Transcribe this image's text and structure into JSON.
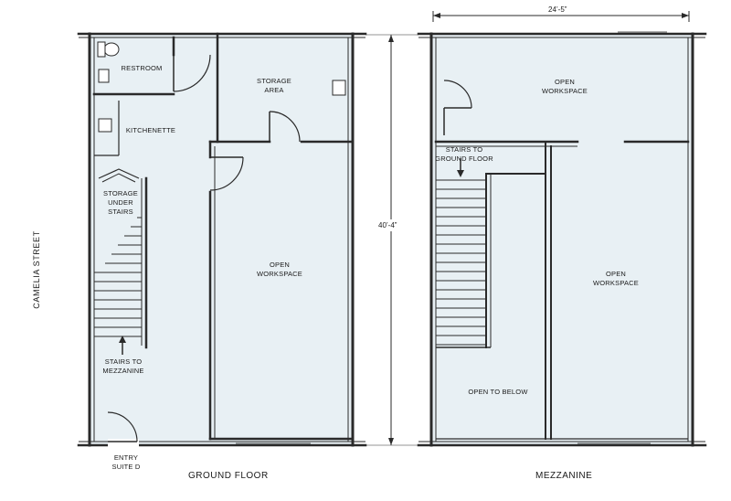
{
  "street": "CAMELIA STREET",
  "ground_floor": {
    "title": "GROUND FLOOR",
    "rooms": {
      "restroom": "RESTROOM",
      "kitchenette": "KITCHENETTE",
      "storage_area_1": "STORAGE",
      "storage_area_2": "AREA",
      "storage_under_1": "STORAGE",
      "storage_under_2": "UNDER",
      "storage_under_3": "STAIRS",
      "open_workspace_1": "OPEN",
      "open_workspace_2": "WORKSPACE",
      "stairs_1": "STAIRS TO",
      "stairs_2": "MEZZANINE",
      "entry_1": "ENTRY",
      "entry_2": "SUITE D"
    }
  },
  "mezzanine": {
    "title": "MEZZANINE",
    "rooms": {
      "open_top_1": "OPEN",
      "open_top_2": "WORKSPACE",
      "stairs_1": "STAIRS TO",
      "stairs_2": "GROUND FLOOR",
      "open_right_1": "OPEN",
      "open_right_2": "WORKSPACE",
      "open_below": "OPEN TO BELOW"
    }
  },
  "dimensions": {
    "width": "24’-5”",
    "height": "40’-4”"
  },
  "colors": {
    "floor_fill": "#e8f0f4",
    "wall": "#2a2a2a"
  }
}
